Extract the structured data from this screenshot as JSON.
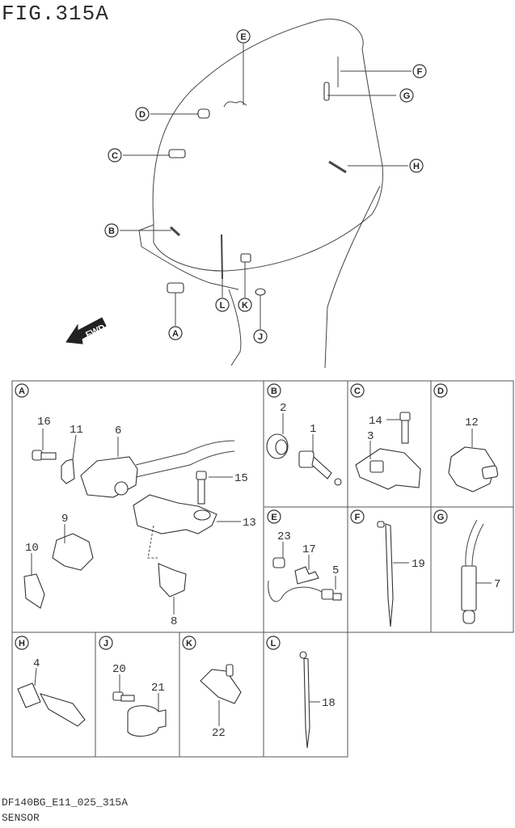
{
  "figure": {
    "title": "FIG.315A",
    "drawing_code": "DF140BG_E11_025_315A",
    "section_name": "SENSOR",
    "direction_label": "FWD"
  },
  "overview_callouts": [
    "A",
    "B",
    "C",
    "D",
    "E",
    "F",
    "G",
    "H",
    "J",
    "K",
    "L"
  ],
  "panels": [
    {
      "id": "A",
      "parts": [
        "16",
        "11",
        "6",
        "15",
        "13",
        "9",
        "10",
        "8"
      ]
    },
    {
      "id": "B",
      "parts": [
        "2",
        "1"
      ]
    },
    {
      "id": "C",
      "parts": [
        "14",
        "3"
      ]
    },
    {
      "id": "D",
      "parts": [
        "12"
      ]
    },
    {
      "id": "E",
      "parts": [
        "23",
        "17",
        "5"
      ]
    },
    {
      "id": "F",
      "parts": [
        "19"
      ]
    },
    {
      "id": "G",
      "parts": [
        "7"
      ]
    },
    {
      "id": "H",
      "parts": [
        "4"
      ]
    },
    {
      "id": "J",
      "parts": [
        "20",
        "21"
      ]
    },
    {
      "id": "K",
      "parts": [
        "22"
      ]
    },
    {
      "id": "L",
      "parts": [
        "18"
      ]
    }
  ]
}
